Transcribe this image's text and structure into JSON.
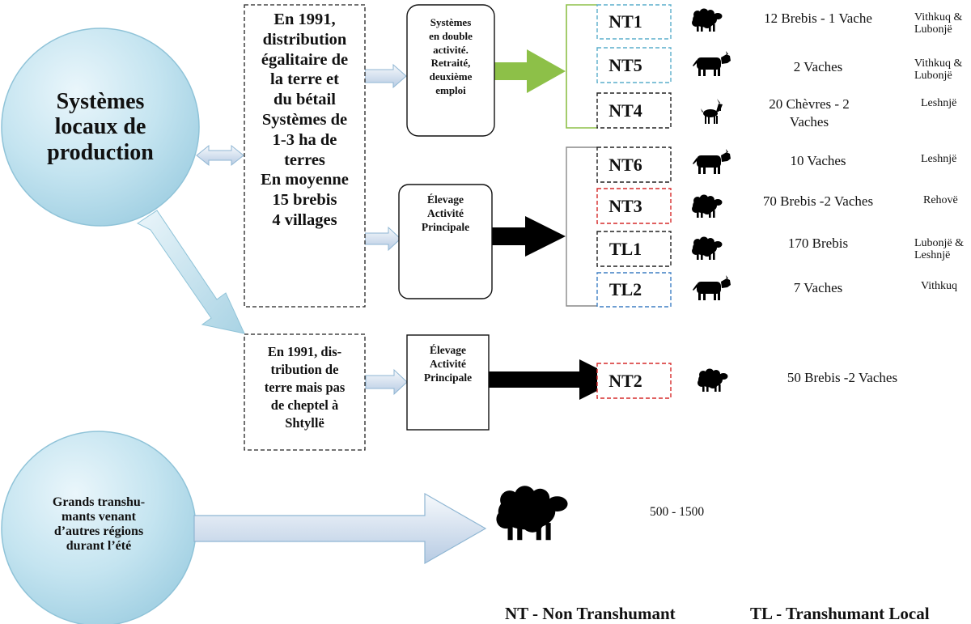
{
  "local_systems": {
    "label": "Systèmes locaux de production",
    "group1": {
      "lines": [
        "En 1991,",
        "distribution",
        "égalitaire de",
        "la terre et",
        "du bétail",
        "Systèmes de",
        "1-3 ha de",
        "terres",
        "En moyenne",
        "15 brebis",
        "4 villages"
      ],
      "branches": [
        {
          "label_lines": [
            "Systèmes",
            "en double",
            "activité.",
            "Retraité,",
            "deuxième",
            "emploi"
          ],
          "rows": [
            {
              "code": "NT1",
              "animal": "sheep",
              "herd": "12 Brebis - 1 Vache",
              "village": "Vithkuq & Lubonjë",
              "border_color": "#5aaecb"
            },
            {
              "code": "NT5",
              "animal": "cow",
              "herd": "2 Vaches",
              "village": "Vithkuq & Lubonjë",
              "border_color": "#5aaecb"
            },
            {
              "code": "NT4",
              "animal": "goat",
              "herd": "20 Chèvres - 2 Vaches",
              "village": "Leshnjë",
              "border_color": "#222222"
            }
          ]
        },
        {
          "label_lines": [
            "Élevage",
            "Activité",
            "Principale"
          ],
          "rows": [
            {
              "code": "NT6",
              "animal": "cow",
              "herd": "10 Vaches",
              "village": "Leshnjë",
              "border_color": "#222222"
            },
            {
              "code": "NT3",
              "animal": "sheep",
              "herd": "70 Brebis -2 Vaches",
              "village": "Rehovë",
              "border_color": "#d62b2b"
            },
            {
              "code": "TL1",
              "animal": "sheep",
              "herd": "170 Brebis",
              "village": "Lubonjë & Leshnjë",
              "border_color": "#222222"
            },
            {
              "code": "TL2",
              "animal": "cow",
              "herd": "7 Vaches",
              "village": "Vithkuq",
              "border_color": "#3f7fc4"
            }
          ]
        }
      ]
    },
    "group2": {
      "lines": [
        "En 1991, dis-",
        "tribution de",
        "terre mais pas",
        "de cheptel à",
        "Shtyllë"
      ],
      "branch": {
        "label_lines": [
          "Élevage",
          "Activité",
          "Principale"
        ],
        "rows": [
          {
            "code": "NT2",
            "animal": "sheep",
            "herd": "50 Brebis -2 Vaches",
            "village": "",
            "border_color": "#d62b2b"
          }
        ]
      }
    }
  },
  "transhumants": {
    "label_lines": [
      "Grands transhu-",
      "mants venant",
      "d’autres régions",
      "durant l’été"
    ],
    "animal": "sheep",
    "count": "500 - 1500"
  },
  "legend": {
    "nt": "NT - Non Transhumant",
    "tl": "TL - Transhumant Local"
  },
  "colors": {
    "circle_light": "#dff1f8",
    "circle_mid": "#b5dcea",
    "circle_stroke": "#8fc3d8",
    "arrow_light": "#f4f8fc",
    "arrow_dark": "#b9cde4",
    "green_arrow": "#8dc048",
    "black_arrow": "#000000"
  }
}
